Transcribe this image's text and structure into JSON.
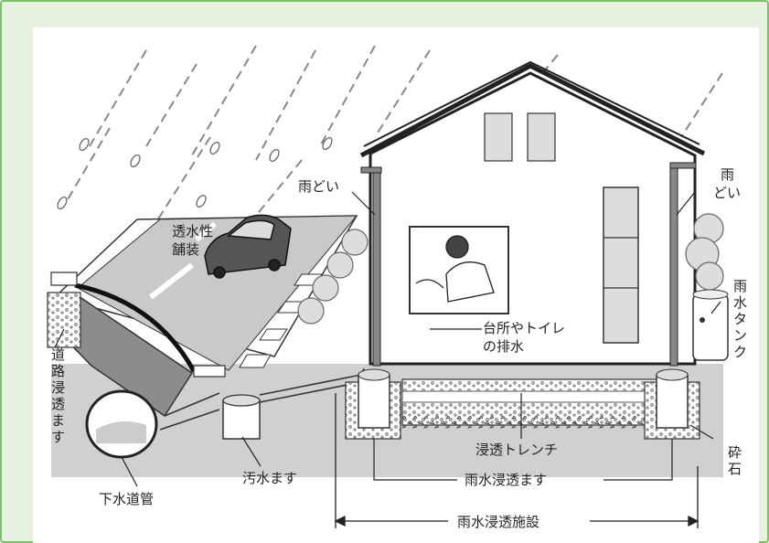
{
  "labels": {
    "rain_gutter": "雨どい",
    "permeable_paving_1": "透水性",
    "permeable_paving_2": "舗装",
    "kitchen_toilet_1": "台所やトイレ",
    "kitchen_toilet_2": "の排水",
    "rain_gutter_right_1": "雨",
    "rain_gutter_right_2": "どい",
    "rain_tank": [
      "雨",
      "水",
      "タ",
      "ン",
      "ク"
    ],
    "road_basin": [
      "道",
      "路",
      "浸",
      "透",
      "ま",
      "す"
    ],
    "trench": "浸透トレンチ",
    "gravel": [
      "砕",
      "石"
    ],
    "sewer_basin": "汚水ます",
    "sewer_pipe": "下水道管",
    "rain_infiltration_basin": "雨水浸透ます",
    "rain_infiltration_facility": "雨水浸透施設"
  },
  "colors": {
    "background": "#e6f2df",
    "border": "#7cc06a",
    "panel": "#ffffff",
    "ground": "#d0d0d0",
    "road": "#8c8c8c",
    "roof_outline": "#222222"
  },
  "icons": [
    "car-icon",
    "person-icon",
    "tree-icon",
    "rain-drop-icon"
  ]
}
